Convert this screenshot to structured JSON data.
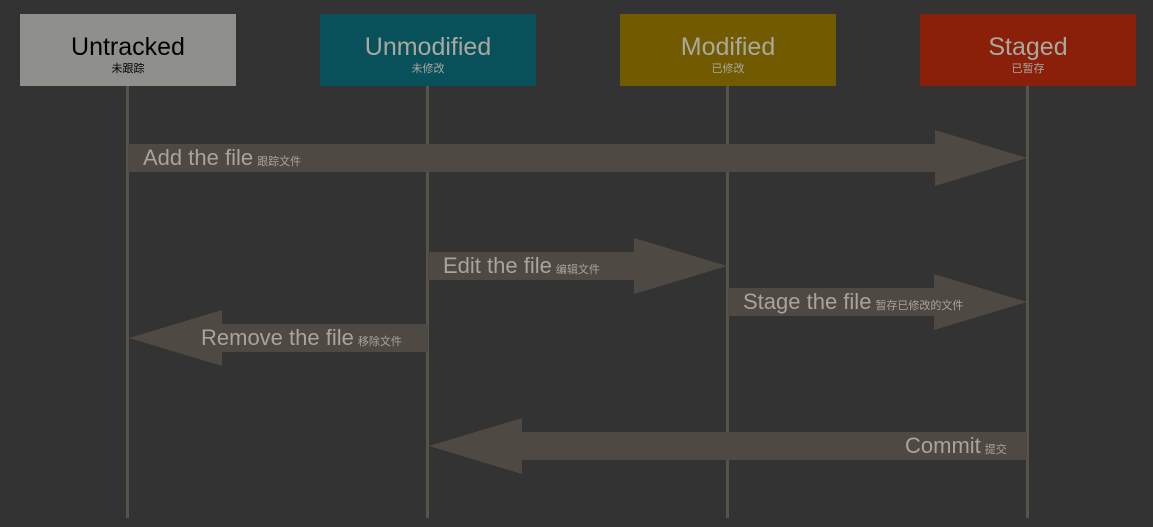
{
  "states": [
    {
      "id": "untracked",
      "title": "Untracked",
      "subtitle": "未跟踪",
      "color": "#8f908b",
      "text_color": "#000000",
      "sub_color": "#000000"
    },
    {
      "id": "unmodified",
      "title": "Unmodified",
      "subtitle": "未修改",
      "color": "#08505a",
      "text_color": "#a9a9a0",
      "sub_color": "#a9a9a0"
    },
    {
      "id": "modified",
      "title": "Modified",
      "subtitle": "已修改",
      "color": "#725a00",
      "text_color": "#a9a9a0",
      "sub_color": "#a9a9a0"
    },
    {
      "id": "staged",
      "title": "Staged",
      "subtitle": "已暂存",
      "color": "#8a1f0a",
      "text_color": "#a9a9a0",
      "sub_color": "#a9a9a0"
    }
  ],
  "transitions": [
    {
      "id": "add",
      "label": "Add the file",
      "sublabel": "跟踪文件",
      "from": "Untracked",
      "to": "Staged"
    },
    {
      "id": "edit",
      "label": "Edit the file",
      "sublabel": "编辑文件",
      "from": "Unmodified",
      "to": "Modified"
    },
    {
      "id": "stage",
      "label": "Stage the file",
      "sublabel": "暂存已修改的文件",
      "from": "Modified",
      "to": "Staged"
    },
    {
      "id": "remove",
      "label": "Remove the file",
      "sublabel": "移除文件",
      "from": "Unmodified",
      "to": "Untracked"
    },
    {
      "id": "commit",
      "label": "Commit",
      "sublabel": "提交",
      "from": "Staged",
      "to": "Unmodified"
    }
  ],
  "colors": {
    "background": "#333333",
    "lifeline": "#57534a",
    "arrow": "#4e4a43",
    "label": "#a8a49a"
  }
}
